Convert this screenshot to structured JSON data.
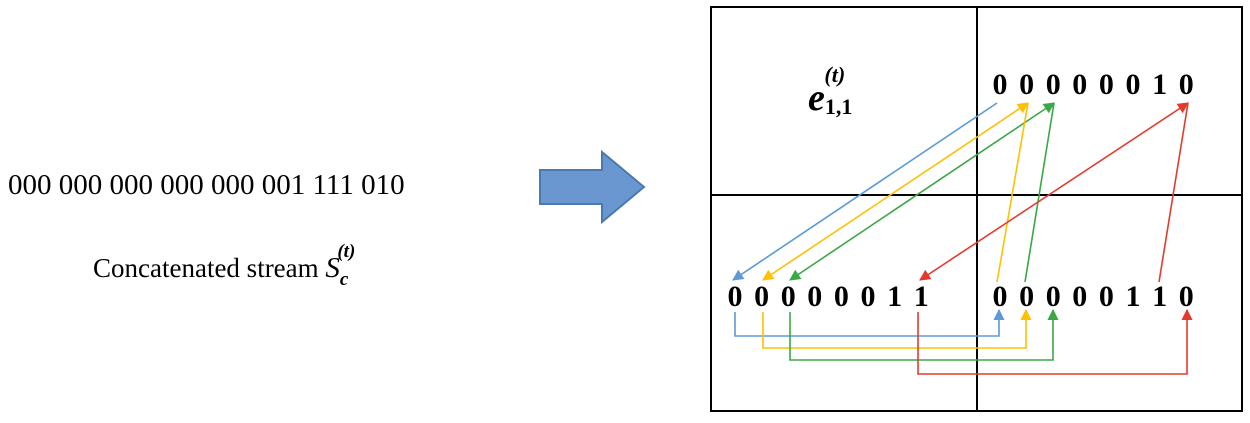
{
  "left": {
    "stream_bits": "000 000 000 000 000 001 111 010",
    "caption_text": "Concatenated stream ",
    "caption_symbol": "S",
    "caption_subscript": "c",
    "caption_superscript": "(t)"
  },
  "grid": {
    "symbol": "e",
    "subscript": "1,1",
    "superscript": "(t)",
    "top_right_bits": [
      "0",
      "0",
      "0",
      "0",
      "0",
      "0",
      "1",
      "0"
    ],
    "bottom_left_bits": [
      "0",
      "0",
      "0",
      "0",
      "0",
      "0",
      "1",
      "1"
    ],
    "bottom_right_bits": [
      "0",
      "0",
      "0",
      "0",
      "0",
      "1",
      "1",
      "0"
    ]
  },
  "colors": {
    "arrow_fill": "#6a97cf",
    "arrow_stroke": "#4a78b0",
    "blue": "#5b9bd5",
    "yellow": "#ffc000",
    "green": "#3aa845",
    "red": "#e23b2e",
    "grid": "#000000",
    "text": "#000000"
  }
}
